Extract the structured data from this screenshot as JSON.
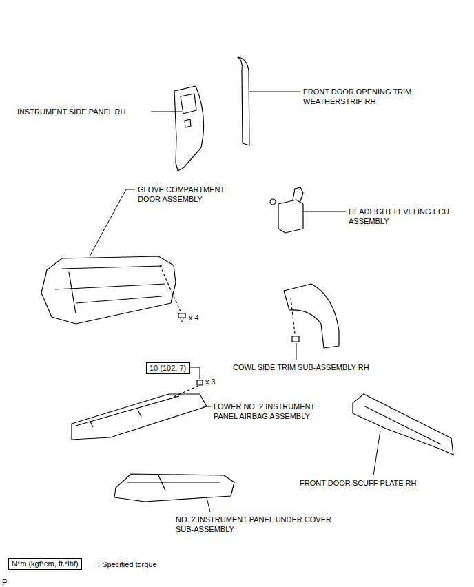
{
  "diagram": {
    "nodes": [
      {
        "text": [
          "10 (102, 7)"
        ]
      },
      {
        "text": [
          "N*m (kgf*cm, ft.*lbf)"
        ]
      }
    ],
    "labels": [
      "INSTRUMENT SIDE PANEL RH",
      "FRONT DOOR OPENING TRIM WEATHERSTRIP RH",
      "GLOVE COMPARTMENT DOOR ASSEMBLY",
      "HEADLIGHT LEVELING ECU ASSEMBLY",
      "x 4",
      "COWL SIDE TRIM SUB-ASSEMBLY RH",
      "x 3",
      "LOWER NO. 2 INSTRUMENT PANEL AIRBAG ASSEMBLY",
      "FRONT DOOR SCUFF PLATE RH",
      "NO. 2 INSTRUMENT PANEL UNDER COVER SUB-ASSEMBLY",
      ": Specified torque",
      "P"
    ]
  }
}
